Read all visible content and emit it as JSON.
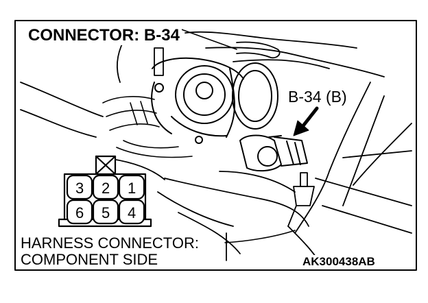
{
  "title": "CONNECTOR: B-34",
  "callout": "B-34 (B)",
  "caption": {
    "line1": "HARNESS CONNECTOR:",
    "line2": "COMPONENT SIDE"
  },
  "code": "AK300438AB",
  "connector": {
    "top_row": [
      "3",
      "2",
      "1"
    ],
    "bottom_row": [
      "6",
      "5",
      "4"
    ]
  },
  "colors": {
    "ink": "#000000",
    "paper": "#ffffff"
  }
}
